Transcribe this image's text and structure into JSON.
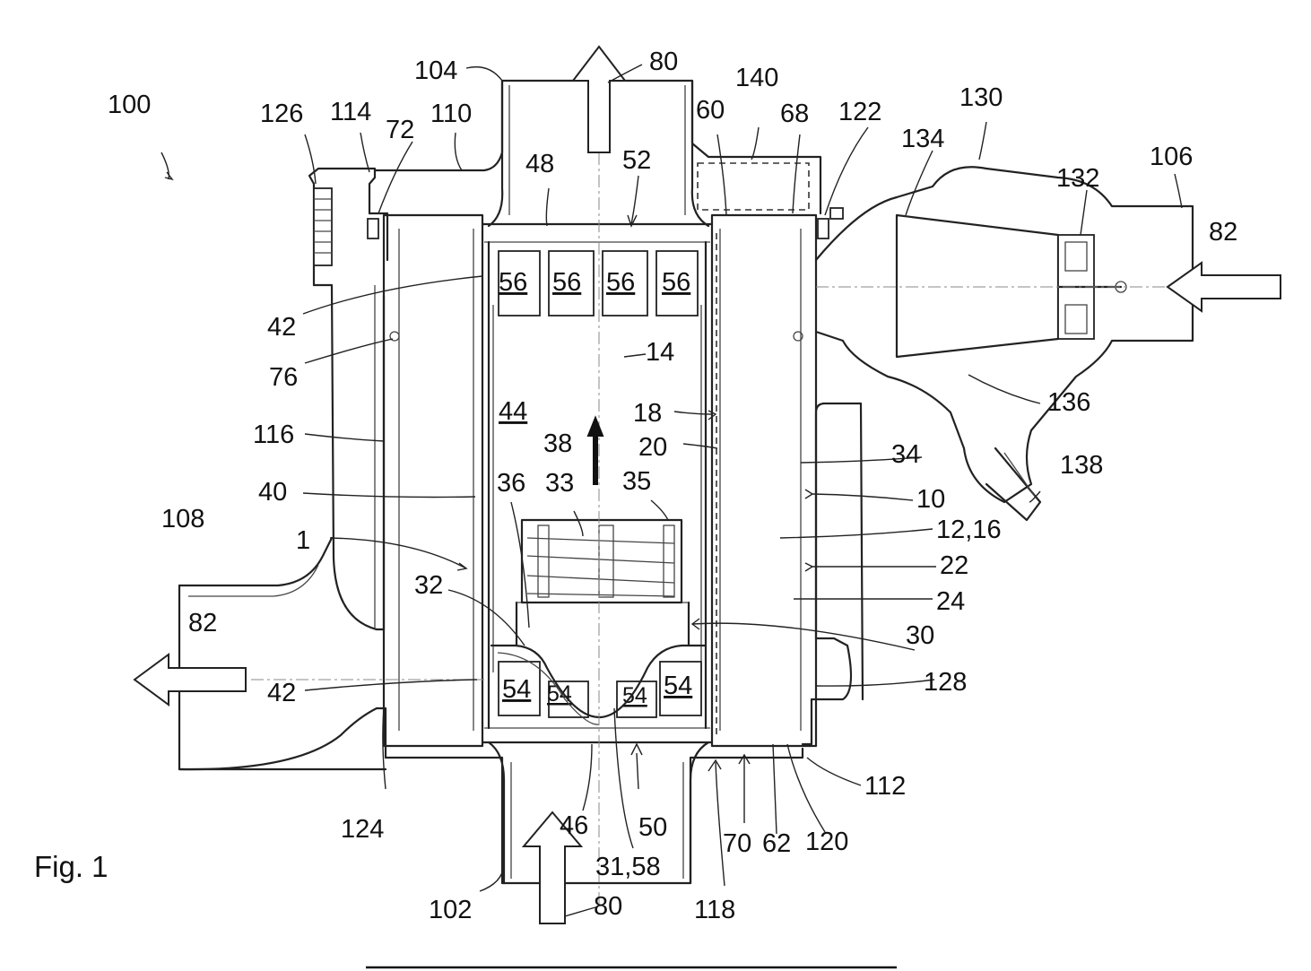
{
  "figure": {
    "caption": "Fig. 1",
    "ref_labels": {
      "r100": "100",
      "r126": "126",
      "r114": "114",
      "r72": "72",
      "r110": "110",
      "r104": "104",
      "r80_top": "80",
      "r140": "140",
      "r60": "60",
      "r68": "68",
      "r122": "122",
      "r130": "130",
      "r134": "134",
      "r106": "106",
      "r132": "132",
      "r82_right": "82",
      "r48": "48",
      "r52": "52",
      "r42_top": "42",
      "r76": "76",
      "r14": "14",
      "r136": "136",
      "r116": "116",
      "r18": "18",
      "r20": "20",
      "r38": "38",
      "r34": "34",
      "r138": "138",
      "r40": "40",
      "r36": "36",
      "r33": "33",
      "r35": "35",
      "r10": "10",
      "r108": "108",
      "r1": "1",
      "r12_16": "12,16",
      "r22": "22",
      "r32": "32",
      "r24": "24",
      "r82_left": "82",
      "r30": "30",
      "r42_bottom": "42",
      "r128": "128",
      "r112": "112",
      "r124": "124",
      "r46": "46",
      "r50": "50",
      "r70": "70",
      "r62": "62",
      "r120": "120",
      "r31_58": "31,58",
      "r118": "118",
      "r102": "102",
      "r80_bottom": "80"
    },
    "chamber_labels": {
      "top_cells": [
        "56",
        "56",
        "56",
        "56"
      ],
      "bottom_cells": [
        "54",
        "54",
        "54",
        "54"
      ],
      "inner_space": "44"
    }
  }
}
